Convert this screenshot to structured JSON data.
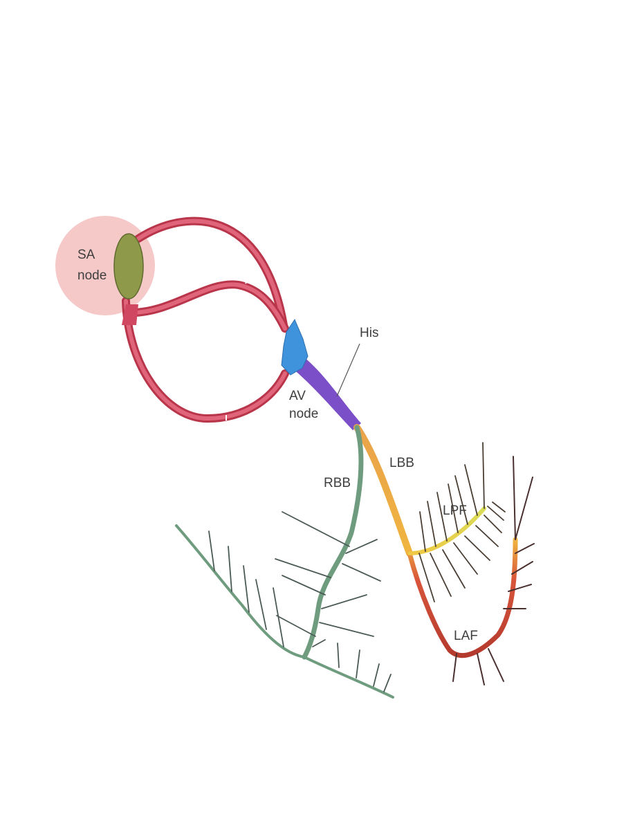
{
  "labels": {
    "sa_node_line1": "SA",
    "sa_node_line2": "node",
    "av_node_line1": "AV",
    "av_node_line2": "node",
    "his": "His",
    "rbb": "RBB",
    "lbb": "LBB",
    "lpf": "LPF",
    "laf": "LAF"
  },
  "colors": {
    "sa_halo": "#f6c9c9",
    "sa_node": "#8e9a4a",
    "internodal_pathway": "#d24a5e",
    "av_node": "#3f93dd",
    "bundle_of_his": "#7b4fc8",
    "right_bundle_branch": "#6f9c7e",
    "left_bundle_branch": "#e9a24a",
    "left_posterior_fascicle": "#d9cf47",
    "left_anterior_fascicle": "#b43a2e",
    "fiber_dark": "#3b2f3a"
  }
}
